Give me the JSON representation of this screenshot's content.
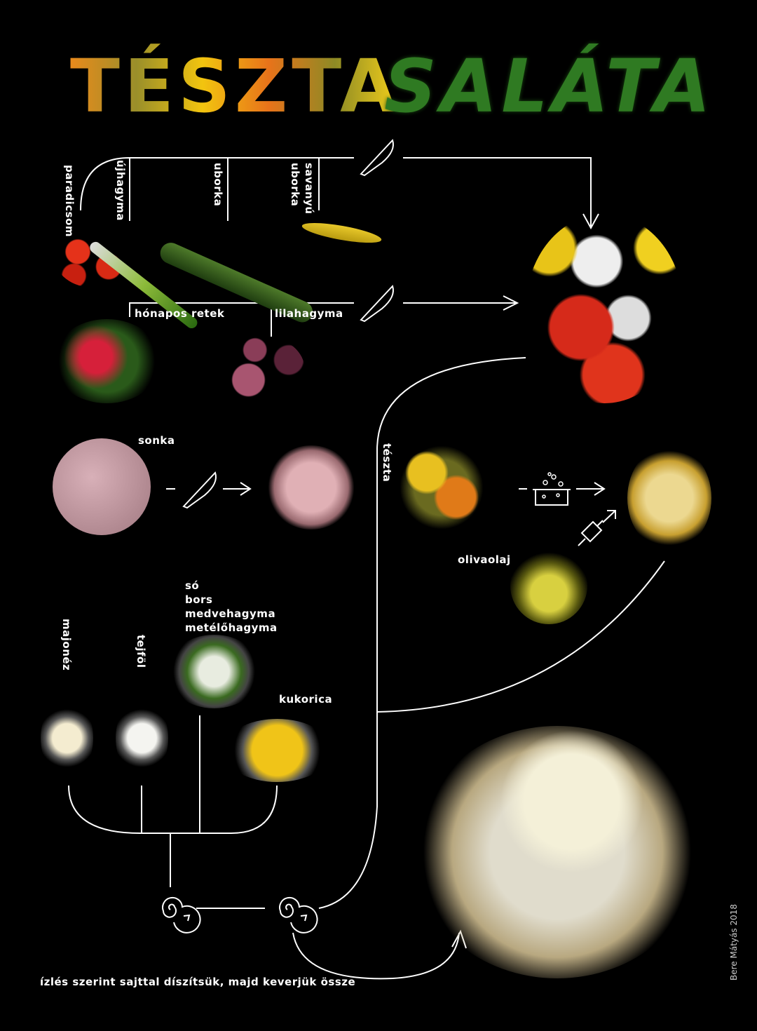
{
  "title": {
    "part1": "TÉSZTA",
    "part2": "SALÁTA"
  },
  "ingredients": {
    "paradicsom": "paradicsom",
    "ujhagyma": "újhagyma",
    "uborka": "uborka",
    "savanyu_uborka_1": "savanyú",
    "savanyu_uborka_2": "uborka",
    "honapos_retek": "hónapos retek",
    "lilahagyma": "lilahagyma",
    "sonka": "sonka",
    "teszta": "tészta",
    "olivaolaj": "olivaolaj",
    "so": "só",
    "bors": "bors",
    "medvehagyma": "medvehagyma",
    "metelohagyma": "metélőhagyma",
    "kukorica": "kukorica",
    "majonez": "majonéz",
    "tejfol": "tejföl"
  },
  "final_step": "ízlés szerint sajttal díszítsük, majd keverjük össze",
  "credit": "Bere Mátyás 2018",
  "colors": {
    "background": "#000000",
    "line": "#ffffff"
  }
}
